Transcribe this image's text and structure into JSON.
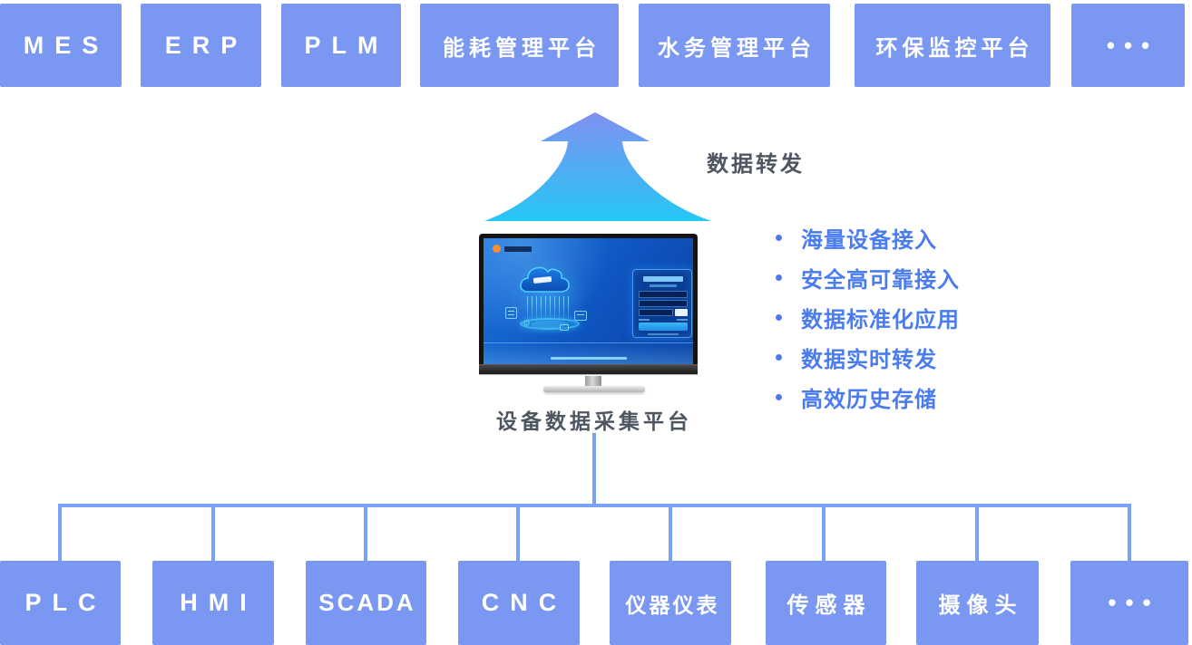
{
  "top_row": [
    {
      "label": "MES"
    },
    {
      "label": "ERP"
    },
    {
      "label": "PLM"
    },
    {
      "label": "能耗管理平台"
    },
    {
      "label": "水务管理平台"
    },
    {
      "label": "环保监控平台"
    },
    {
      "label": "•••"
    }
  ],
  "arrow_label": "数据转发",
  "features": [
    "海量设备接入",
    "安全高可靠接入",
    "数据标准化应用",
    "数据实时转发",
    "高效历史存储"
  ],
  "platform_caption": "设备数据采集平台",
  "bottom_row": [
    {
      "label": "PLC"
    },
    {
      "label": "HMI"
    },
    {
      "label": "SCADA"
    },
    {
      "label": "CNC"
    },
    {
      "label": "仪器仪表"
    },
    {
      "label": "传感器"
    },
    {
      "label": "摄像头"
    },
    {
      "label": "•••"
    }
  ],
  "colors": {
    "box_blue": "#7a97f2",
    "connector_blue": "#7ba1f6",
    "arrow_gradient_top": "#8090f0",
    "arrow_gradient_bottom": "#25c7f5",
    "feature_text_blue": "#4a7cf0",
    "label_gray": "#4e5662",
    "box_text": "#ffffff",
    "screen_blue": "#0f54bf"
  }
}
